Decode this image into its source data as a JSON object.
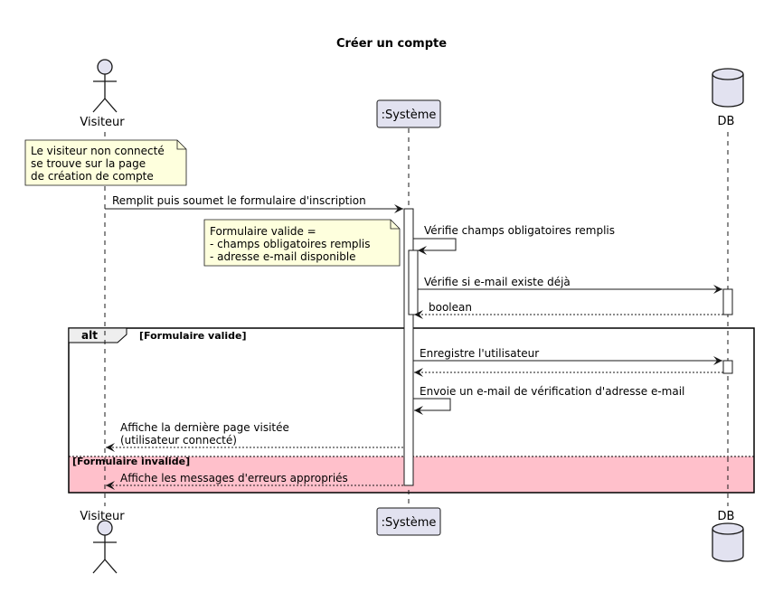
{
  "title": "Créer un compte",
  "colors": {
    "participant_fill": "#E2E2F0",
    "participant_stroke": "#181818",
    "note_fill": "#FEFFDD",
    "alt_else_fill": "#FFC0CB",
    "lifeline": "#181818"
  },
  "participants": {
    "visiteur": "Visiteur",
    "systeme": ":Système",
    "db": "DB"
  },
  "notes": {
    "visiteur_context": [
      "Le visiteur non connecté",
      "se trouve sur la page",
      "de création de compte"
    ],
    "form_valid": [
      "Formulaire valide =",
      "- champs obligatoires remplis",
      "- adresse e-mail disponible"
    ]
  },
  "messages": {
    "m1": "Remplit puis soumet le formulaire d'inscription",
    "m2": "Vérifie champs obligatoires remplis",
    "m3": "Vérifie si e-mail existe déjà",
    "m4": "boolean",
    "m5": "Enregistre l'utilisateur",
    "m6": "",
    "m7": "Envoie un e-mail de vérification d'adresse e-mail",
    "m8": [
      "Affiche la dernière page visitée",
      "(utilisateur connecté)"
    ],
    "m9": "Affiche les messages d'erreurs appropriés"
  },
  "alt": {
    "keyword": "alt",
    "guard_valid": "[Formulaire valide]",
    "guard_invalid": "[Formulaire invalide]"
  }
}
